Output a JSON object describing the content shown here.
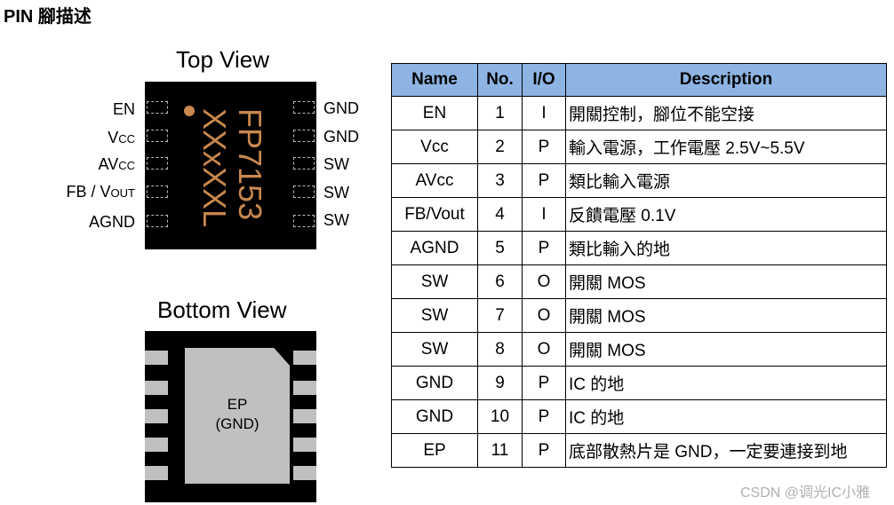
{
  "heading": "PIN 腳描述",
  "top_view": {
    "title": "Top View",
    "left_pins": [
      {
        "main": "EN",
        "sub": ""
      },
      {
        "main": "V",
        "sub": "CC"
      },
      {
        "main": "AV",
        "sub": "CC"
      },
      {
        "main": "FB / V",
        "sub": "OUT"
      },
      {
        "main": "AGND",
        "sub": ""
      }
    ],
    "right_pins": [
      "GND",
      "GND",
      "SW",
      "SW",
      "SW"
    ],
    "marking_line1": "FP7153",
    "marking_line2": "XXxXXL"
  },
  "bottom_view": {
    "title": "Bottom View",
    "ep_line1": "EP",
    "ep_line2": "(GND)"
  },
  "table": {
    "headers": [
      "Name",
      "No.",
      "I/O",
      "Description"
    ],
    "rows": [
      {
        "name": "EN",
        "no": "1",
        "io": "I",
        "desc": "開關控制，腳位不能空接"
      },
      {
        "name": "Vcc",
        "no": "2",
        "io": "P",
        "desc": "輸入電源，工作電壓 2.5V~5.5V"
      },
      {
        "name": "AVcc",
        "no": "3",
        "io": "P",
        "desc": "類比輸入電源"
      },
      {
        "name": "FB/Vout",
        "no": "4",
        "io": "I",
        "desc": "反饋電壓 0.1V"
      },
      {
        "name": "AGND",
        "no": "5",
        "io": "P",
        "desc": "類比輸入的地"
      },
      {
        "name": "SW",
        "no": "6",
        "io": "O",
        "desc": "開關 MOS"
      },
      {
        "name": "SW",
        "no": "7",
        "io": "O",
        "desc": "開關 MOS"
      },
      {
        "name": "SW",
        "no": "8",
        "io": "O",
        "desc": "開關 MOS"
      },
      {
        "name": "GND",
        "no": "9",
        "io": "P",
        "desc": "IC 的地"
      },
      {
        "name": "GND",
        "no": "10",
        "io": "P",
        "desc": "IC 的地"
      },
      {
        "name": "EP",
        "no": "11",
        "io": "P",
        "desc": "底部散熱片是 GND，一定要連接到地"
      }
    ]
  },
  "watermark": "CSDN @调光IC小雅",
  "colors": {
    "header_bg": "#8eb4e3",
    "marking": "#c8884e",
    "pad": "#c0c0c0"
  }
}
